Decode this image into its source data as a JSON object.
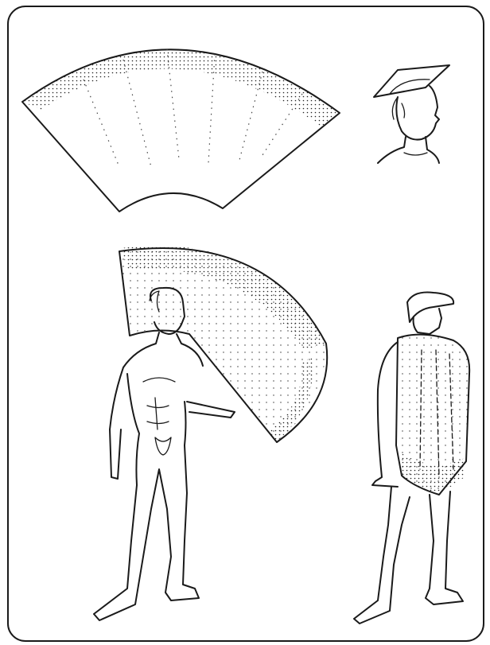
{
  "plate": {
    "background": "#ffffff",
    "ink": "#1a1a1a",
    "figures": [
      {
        "id": "flat-cloth",
        "shape": "annular-sector",
        "border": "stippled"
      },
      {
        "id": "petasos-head",
        "icon": "hat-head-icon"
      },
      {
        "id": "nude-figure-with-cloth",
        "icon": "standing-man-icon"
      },
      {
        "id": "draped-figure",
        "icon": "cloaked-man-icon"
      }
    ]
  }
}
